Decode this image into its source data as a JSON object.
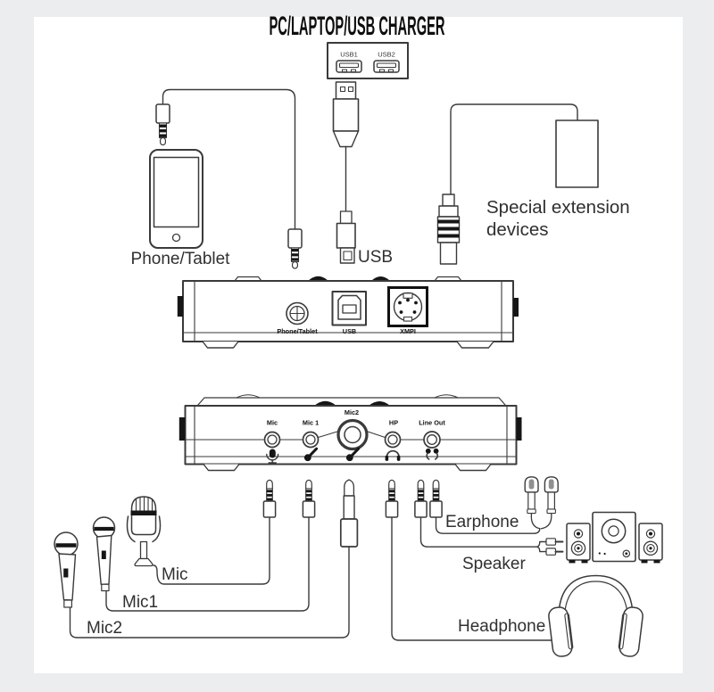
{
  "page": {
    "title": "PC/LAPTOP/USB CHARGER",
    "bg_color": "#ebedee",
    "card_color": "#ffffff",
    "line_color": "#3a3a3a"
  },
  "charger": {
    "usb1": "USB1",
    "usb2": "USB2"
  },
  "cables": {
    "usb_label": "USB"
  },
  "devices": {
    "phone_label": "Phone/Tablet",
    "special_line1": "Special extension",
    "special_line2": "devices",
    "mic_label": "Mic",
    "mic1_label": "Mic1",
    "mic2_label": "Mic2",
    "earphone_label": "Earphone",
    "speaker_label": "Speaker",
    "headphone_label": "Headphone"
  },
  "back_panel": {
    "phone_port": "Phone/Tablet",
    "usb_port": "USB",
    "xmpi_port": "XMPI"
  },
  "front_panel": {
    "mic": "Mic",
    "mic1": "Mic 1",
    "mic2": "Mic2",
    "hp": "HP",
    "line_out": "Line Out"
  }
}
